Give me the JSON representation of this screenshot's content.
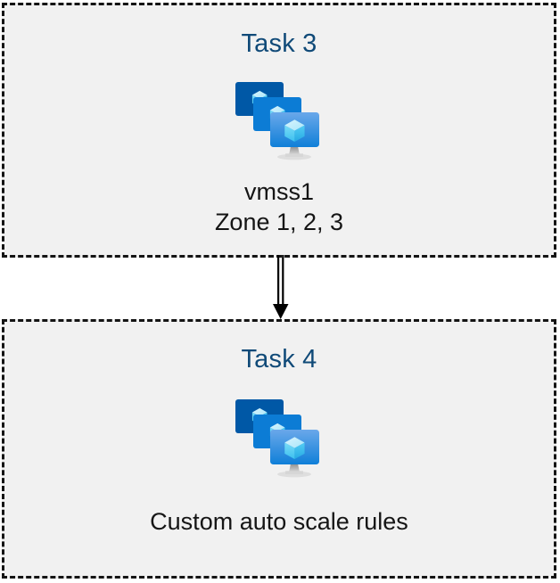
{
  "diagram": {
    "type": "flow",
    "orientation": "vertical",
    "background_color": "#ffffff",
    "box_fill_color": "#f1f1f1",
    "box_border_color": "#141414",
    "title_color": "#104a78",
    "caption_color": "#151515",
    "connector_color": "#000000",
    "nodes": [
      {
        "id": "task-3",
        "title": "Task 3",
        "icon": "vmss-icon",
        "icon_label": "virtual machine scale set",
        "caption_lines": [
          "vmss1",
          "Zone 1, 2, 3"
        ]
      },
      {
        "id": "task-4",
        "title": "Task 4",
        "icon": "vmss-icon",
        "icon_label": "virtual machine scale set",
        "caption_lines": [
          "Custom auto scale rules"
        ]
      }
    ],
    "connectors": [
      {
        "id": "task3-to-task4",
        "from": "task-3",
        "to": "task-4",
        "style": "double-line",
        "arrowhead": "filled-triangle",
        "direction": "down"
      }
    ]
  },
  "icon_colors": {
    "screen_back": "#0058a6",
    "screen_middle": "#0c7cd5",
    "screen_front_top": "#5ea0e8",
    "screen_front_bottom": "#0f7fd8",
    "cube_light": "#c3ecfb",
    "cube_mid": "#58d2f5",
    "cube_dark": "#32b8ec",
    "stand_top": "#8f8f8f",
    "stand_bottom": "#d8d8d8",
    "base": "#dedede"
  }
}
